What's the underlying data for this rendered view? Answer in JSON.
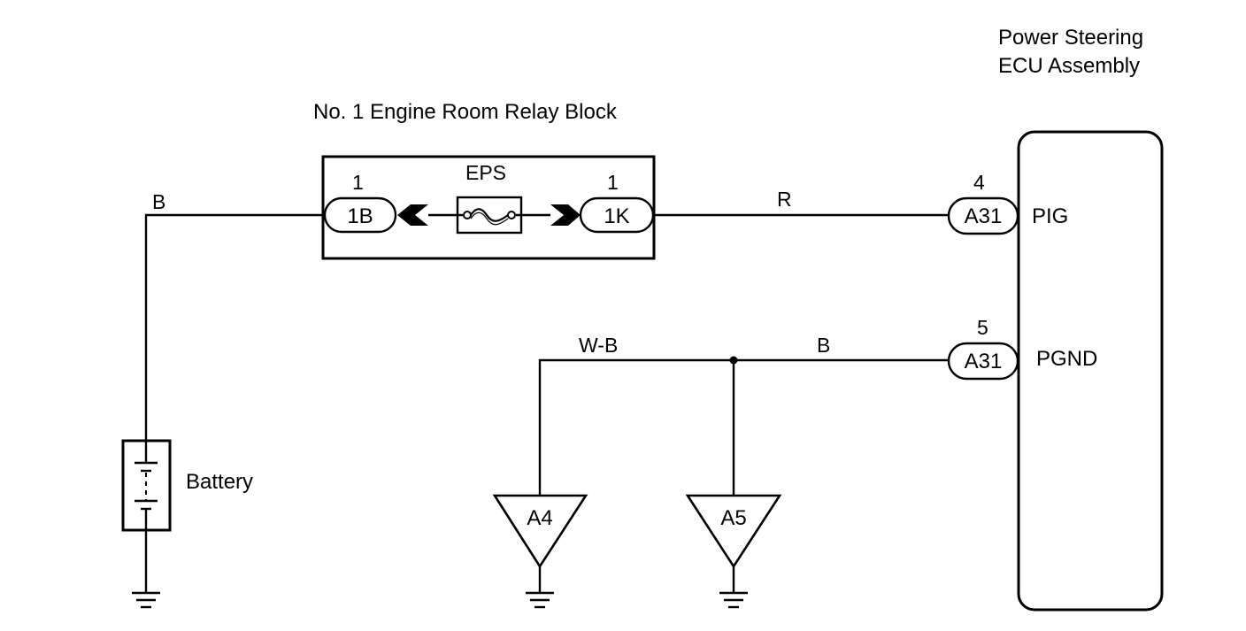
{
  "ecu": {
    "title_line1": "Power Steering",
    "title_line2": "ECU Assembly",
    "pin_pig": {
      "number": "4",
      "connector": "A31",
      "label": "PIG"
    },
    "pin_pgnd": {
      "number": "5",
      "connector": "A31",
      "label": "PGND"
    }
  },
  "relay_block": {
    "title": "No. 1 Engine Room Relay Block",
    "fuse_label": "EPS",
    "left_terminal": {
      "number": "1",
      "connector": "1B"
    },
    "right_terminal": {
      "number": "1",
      "connector": "1K"
    }
  },
  "wires": {
    "battery_to_relay": "B",
    "relay_to_ecu": "R",
    "ground_branch": "W-B",
    "ground_to_ecu": "B"
  },
  "battery": {
    "label": "Battery"
  },
  "ground_points": [
    {
      "label": "A4"
    },
    {
      "label": "A5"
    }
  ]
}
